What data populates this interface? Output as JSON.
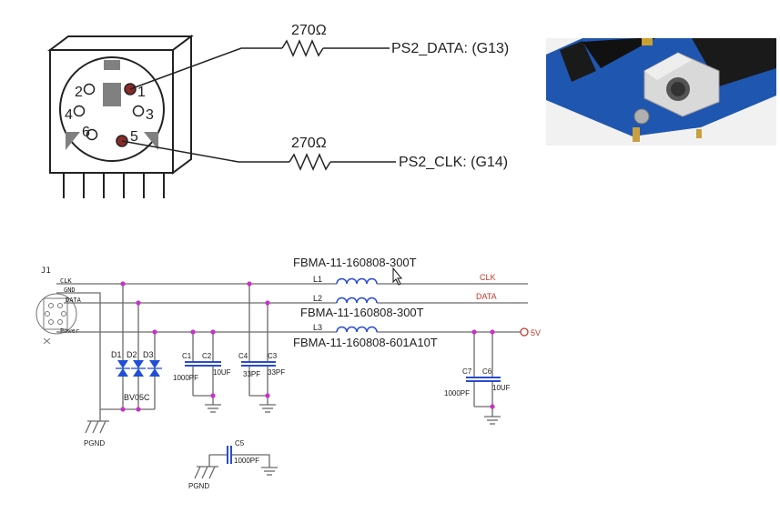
{
  "connector_diagram": {
    "resistor_top_value": "270Ω",
    "resistor_bottom_value": "270Ω",
    "data_signal_label": "PS2_DATA: (G13)",
    "clk_signal_label": "PS2_CLK: (G14)",
    "pins": [
      "1",
      "2",
      "3",
      "4",
      "5",
      "6"
    ],
    "highlight_color": "#8b2a2a"
  },
  "schematic": {
    "connector_ref": "J1",
    "connector_pins": [
      "CLK",
      "GND",
      "DATA",
      "Power"
    ],
    "inductors": [
      {
        "ref": "L1",
        "part": "FBMA-11-160808-300T",
        "net": "CLK"
      },
      {
        "ref": "L2",
        "part": "FBMA-11-160808-300T",
        "net": "DATA"
      },
      {
        "ref": "L3",
        "part": "FBMA-11-160808-601A10T",
        "net": "5V"
      }
    ],
    "diodes": [
      "D1",
      "D2",
      "D3"
    ],
    "diode_part": "BV05C",
    "caps": [
      {
        "ref": "C1",
        "value": "1000PF"
      },
      {
        "ref": "C2",
        "value": "10UF"
      },
      {
        "ref": "C4",
        "value": "33PF"
      },
      {
        "ref": "C3",
        "value": "33PF"
      },
      {
        "ref": "C7",
        "value": "1000PF"
      },
      {
        "ref": "C6",
        "value": "10UF"
      },
      {
        "ref": "C5",
        "value": "1000PF"
      }
    ],
    "pgnd_label": "PGND",
    "wire_color": "#6a6a6a",
    "node_color": "#c832c8",
    "net_label_color": "#c0392b",
    "inductor_color": "#2a4bd0",
    "diode_color": "#1f4fd8"
  }
}
